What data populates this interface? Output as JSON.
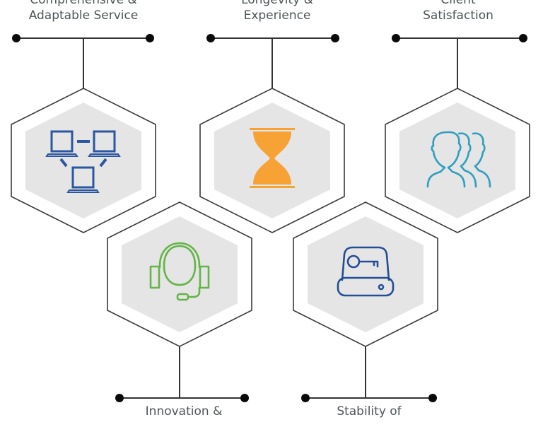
{
  "colors": {
    "hex_outline": "#3a3a3a",
    "hex_fill": "#e5e5e5",
    "connector": "#333333",
    "dot": "#0a0a0a",
    "label_text": "#4f5558"
  },
  "items": [
    {
      "id": "comprehensive",
      "label_lines": [
        "Comprehensive &",
        "Adaptable Service"
      ],
      "icon": "network-computers-icon",
      "icon_color": "#2b56a0",
      "connector": "top"
    },
    {
      "id": "longevity",
      "label_lines": [
        "Longevity &",
        "Experience"
      ],
      "icon": "hourglass-icon",
      "icon_color": "#f7a234",
      "connector": "top"
    },
    {
      "id": "client",
      "label_lines": [
        "Client",
        "Satisfaction"
      ],
      "icon": "people-group-icon",
      "icon_color": "#2e9ec0",
      "connector": "top"
    },
    {
      "id": "innovation",
      "label_lines": [
        "Innovation &"
      ],
      "icon": "headset-icon",
      "icon_color": "#64b446",
      "connector": "bottom"
    },
    {
      "id": "stability",
      "label_lines": [
        "Stability of"
      ],
      "icon": "secure-drive-key-icon",
      "icon_color": "#234e96",
      "connector": "bottom"
    }
  ]
}
